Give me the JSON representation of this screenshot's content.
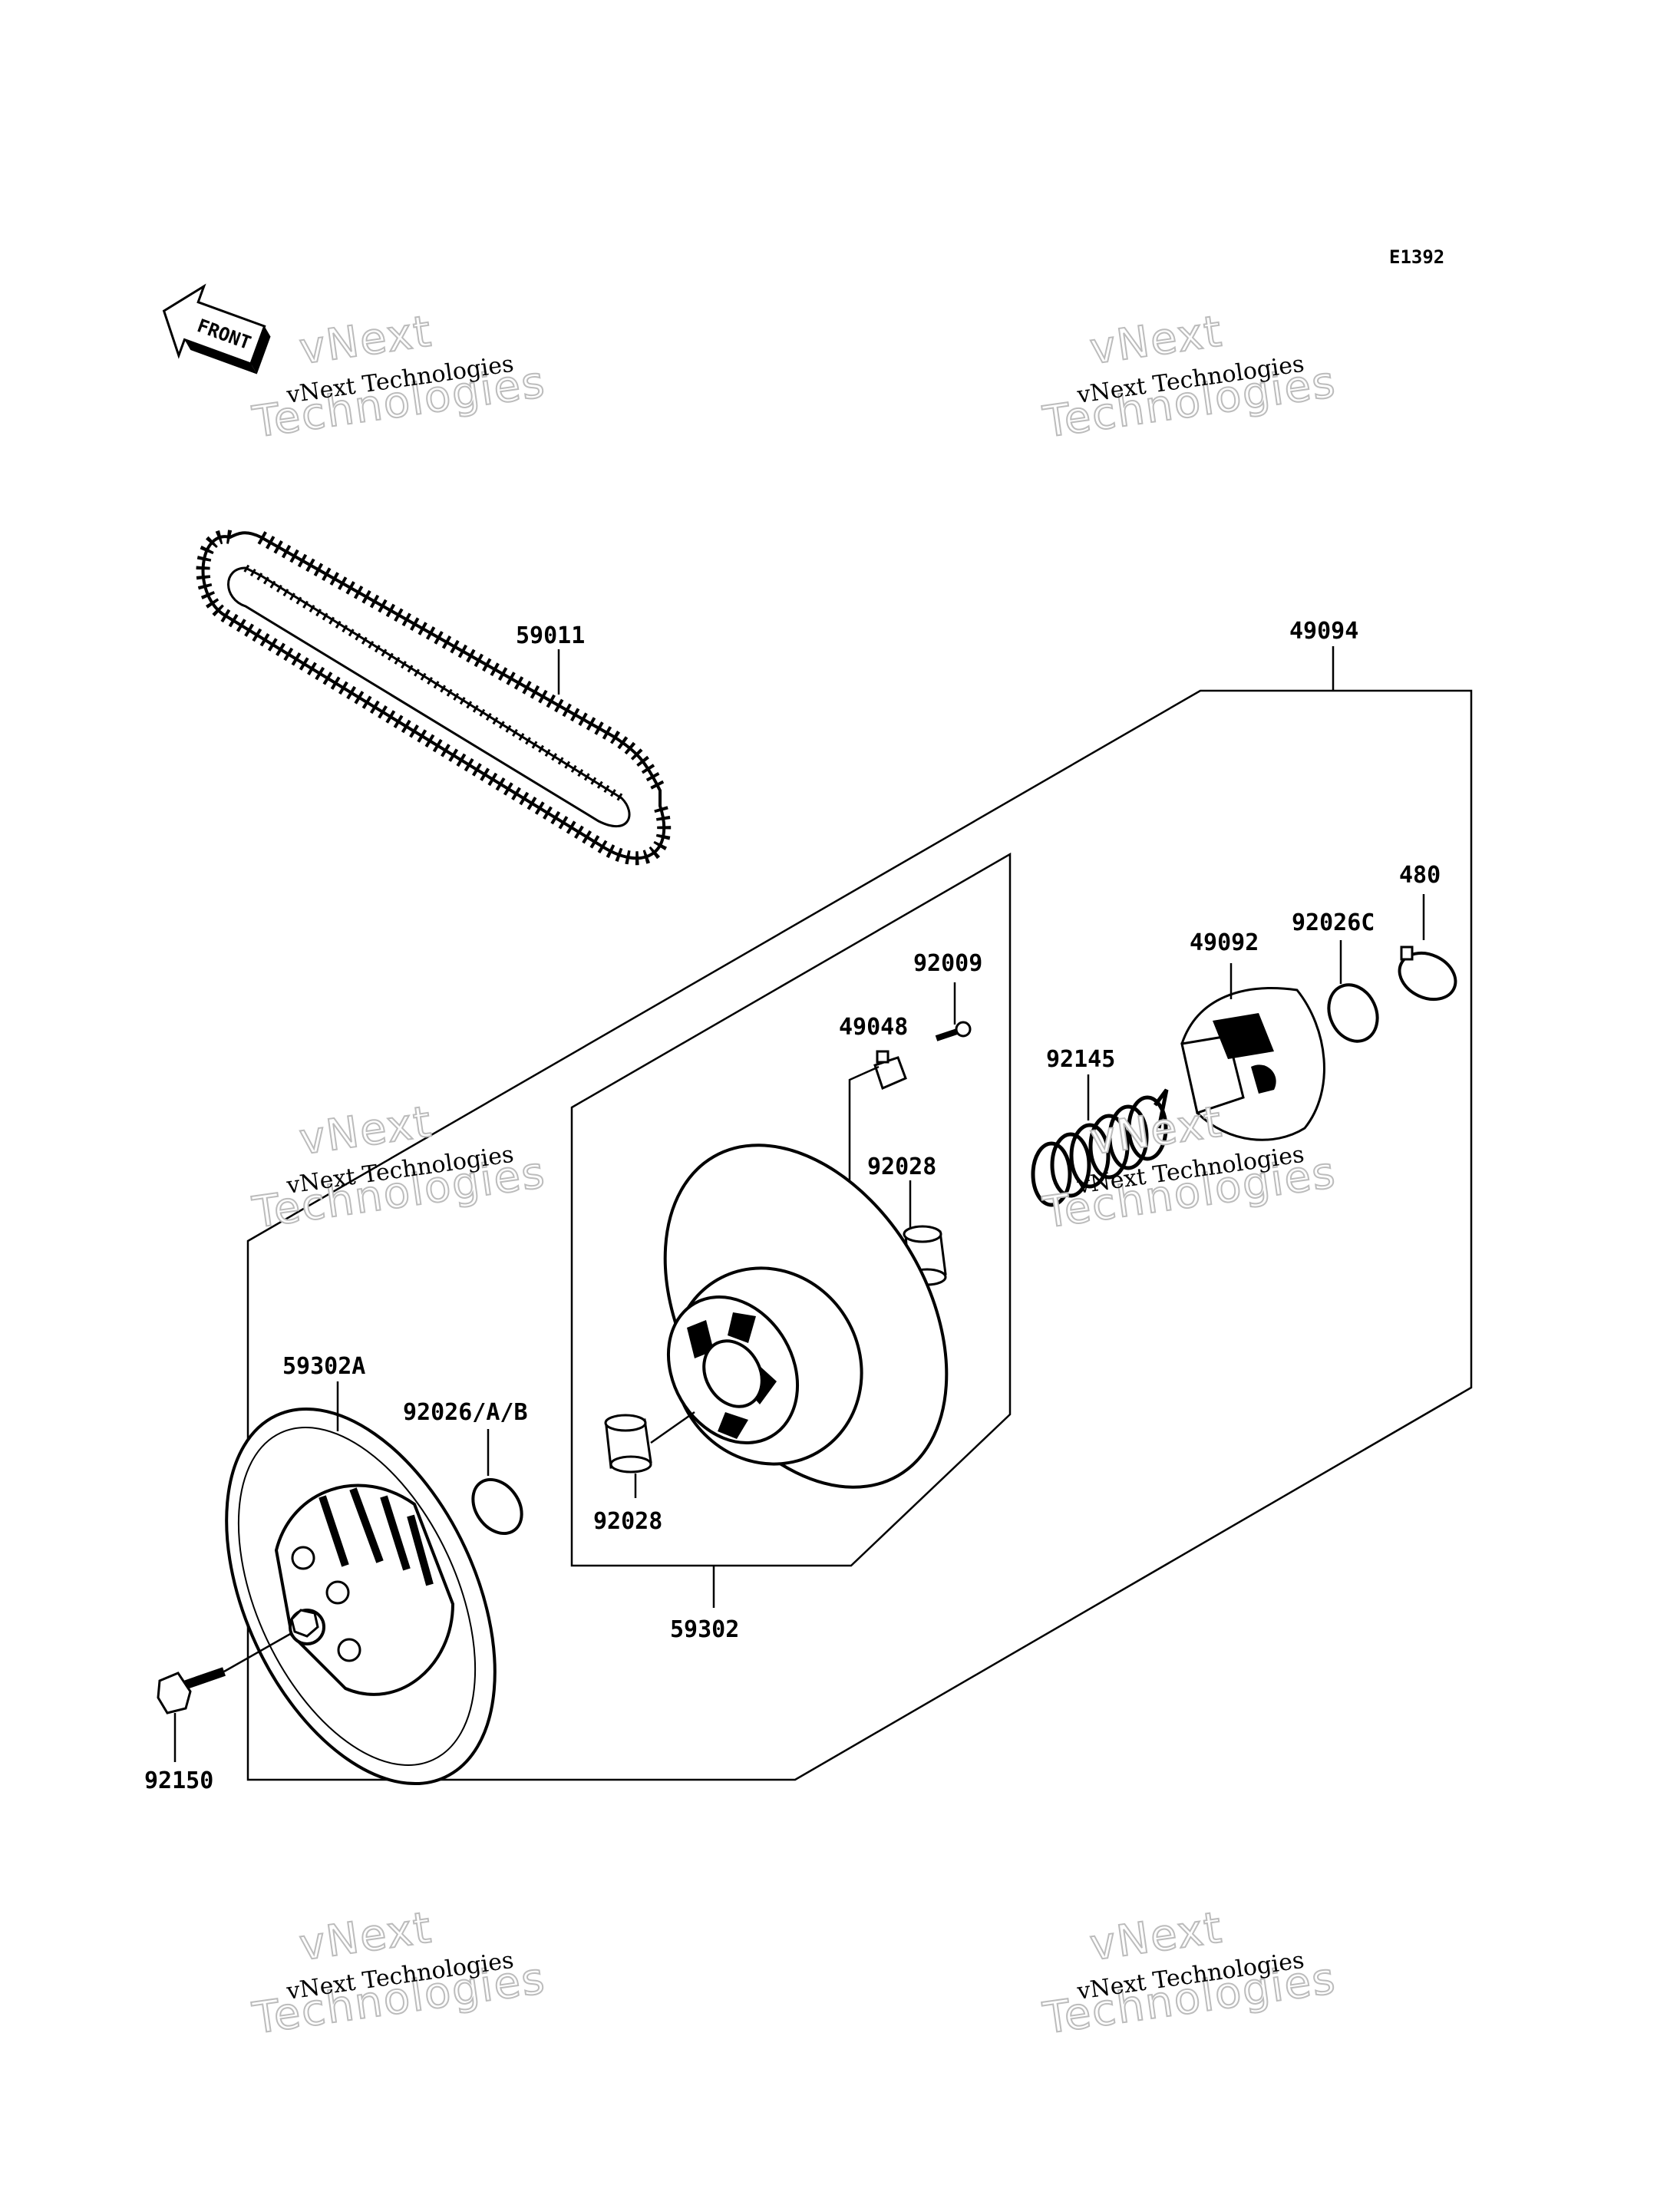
{
  "diagram": {
    "reference_code": "E1392",
    "front_label": "FRONT",
    "watermark": {
      "line1": "vNext Technologies",
      "big_line1": "vNext",
      "big_line2": "Technologies"
    },
    "parts": {
      "belt": "59011",
      "assembly": "49094",
      "ring_480": "480",
      "washer_c": "92026C",
      "cam": "49092",
      "screw": "92009",
      "slider": "49048",
      "spring": "92145",
      "bushing_upper": "92028",
      "bushing_lower": "92028",
      "sheave_fixed": "59302A",
      "washer_ab": "92026/A/B",
      "sheave_movable": "59302",
      "bolt": "92150"
    }
  }
}
